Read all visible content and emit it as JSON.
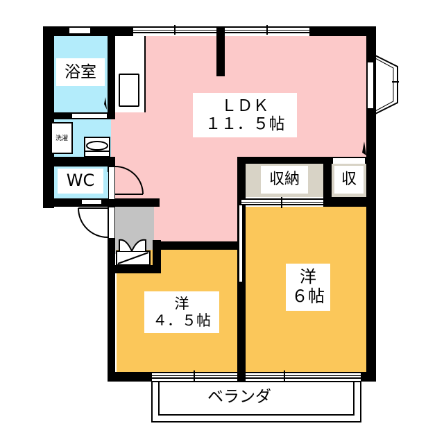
{
  "floorplan": {
    "rooms": {
      "bathroom": {
        "label": "浴室",
        "color": "#b3ecfb"
      },
      "washroom": {
        "label": "洗濯",
        "color": "#b3ecfb"
      },
      "toilet": {
        "label": "WC",
        "color": "#b3ecfb"
      },
      "ldk": {
        "line1": "ＬＤＫ",
        "line2": "１１．５帖",
        "color": "#fcc9c9"
      },
      "closet_large": {
        "label": "収納",
        "color": "#d8d3c6"
      },
      "closet_small": {
        "label": "収",
        "color": "#d8d3c6"
      },
      "western_small": {
        "line1": "洋",
        "line2": "４．５帖",
        "color": "#fbc75a"
      },
      "western_large": {
        "line1": "洋",
        "line2": "６帖",
        "color": "#fbc75a"
      },
      "entrance": {
        "color": "#c3c3c3"
      },
      "veranda": {
        "label": "ベランダ"
      }
    },
    "wall_color": "#000000"
  }
}
